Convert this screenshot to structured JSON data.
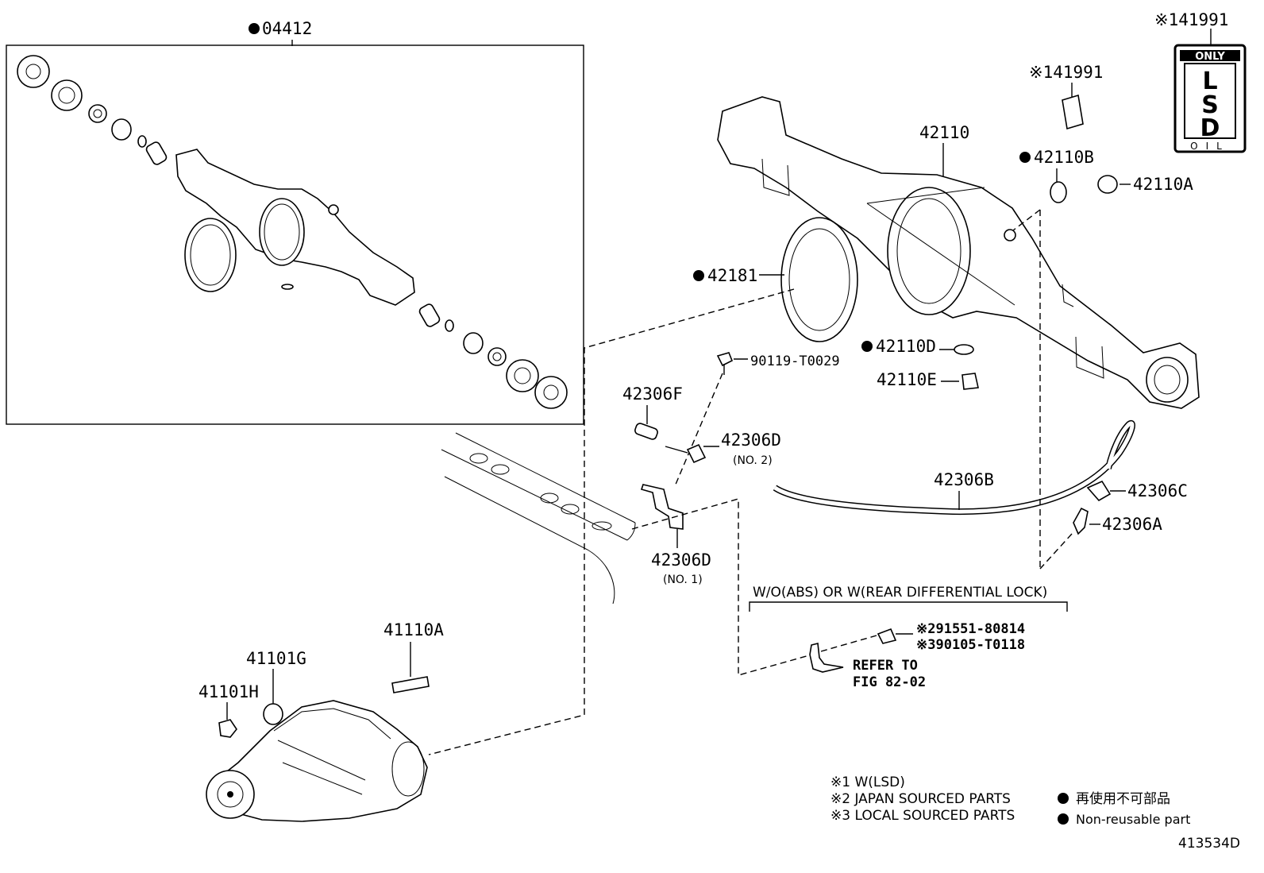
{
  "labels": {
    "p04412": "04412",
    "p41991_top": "※141991",
    "p41991": "※141991",
    "p42110": "42110",
    "p42110B": "42110B",
    "p42110A": "42110A",
    "p42181": "42181",
    "p42110D": "42110D",
    "p42110E": "42110E",
    "p90119": "90119-T0029",
    "p42306F": "42306F",
    "p42306D_2": "42306D",
    "no2": "(NO. 2)",
    "p42306B": "42306B",
    "p42306C": "42306C",
    "p42306A": "42306A",
    "p42306D_1": "42306D",
    "no1": "(NO. 1)",
    "p41110A": "41110A",
    "p41101G": "41101G",
    "p41101H": "41101H",
    "wo_abs": "W/O(ABS) OR W(REAR DIFFERENTIAL LOCK)",
    "p91551": "※291551-80814",
    "p90105": "※390105-T0118",
    "refer_to": "REFER TO",
    "fig": "FIG 82-02"
  },
  "lsd_badge": {
    "top": "ONLY",
    "letters": [
      "L",
      "S",
      "D"
    ],
    "bottom": "OIL"
  },
  "legend": {
    "n1": "※1 W(LSD)",
    "n2": "※2 JAPAN SOURCED PARTS",
    "n3": "※3 LOCAL SOURCED PARTS",
    "nonreuse_jp": "再使用不可部品",
    "nonreuse_en": "Non-reusable part"
  },
  "figure_id": "413534D",
  "colors": {
    "ink": "#000000",
    "paper": "#ffffff"
  }
}
